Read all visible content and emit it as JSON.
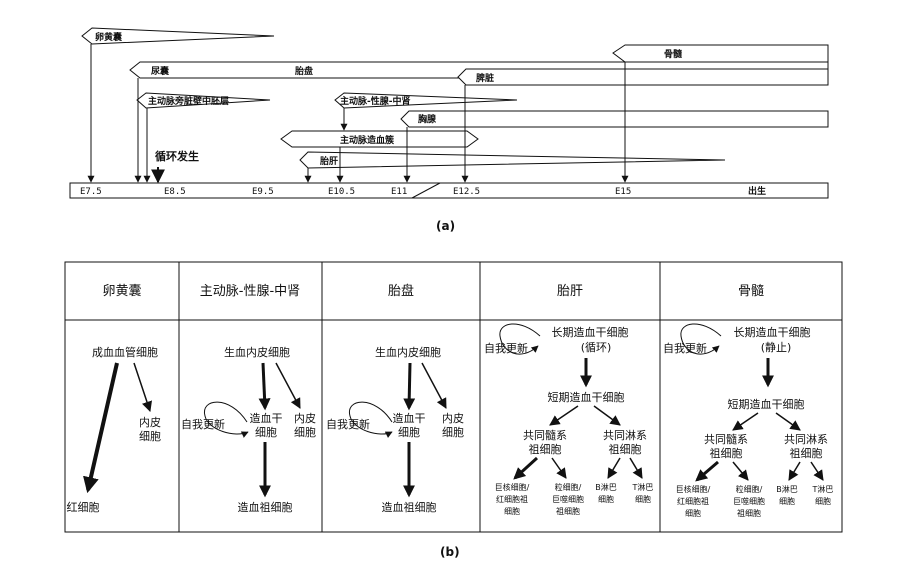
{
  "panel_a": {
    "caption": "(a)",
    "bars": {
      "yolk_sac": "卵黄囊",
      "allantois": "尿囊",
      "placenta": "胎盘",
      "para_aortic": "主动脉旁脏壁中胚层",
      "agm": "主动脉-性腺-中肾",
      "thymus": "胸腺",
      "aorta_clusters": "主动脉造血簇",
      "fetal_liver": "胎肝",
      "spleen": "脾脏",
      "bone_marrow": "骨髓"
    },
    "circulation": "循环发生",
    "timeline": [
      "E7.5",
      "E8.5",
      "E9.5",
      "E10.5",
      "E11",
      "E12.5",
      "E15",
      "出生"
    ]
  },
  "panel_b": {
    "caption": "(b)",
    "headers": [
      "卵黄囊",
      "主动脉-性腺-中肾",
      "胎盘",
      "胎肝",
      "骨髓"
    ],
    "yolk": {
      "hemangioblast": "成血血管细胞",
      "endothelial_1": "内皮",
      "endothelial_2": "细胞",
      "erythrocyte": "红细胞"
    },
    "agm": {
      "hemogenic": "生血内皮细胞",
      "self_renew": "自我更新",
      "hsc_1": "造血干",
      "hsc_2": "细胞",
      "endo_1": "内皮",
      "endo_2": "细胞",
      "progenitor": "造血祖细胞"
    },
    "placenta": {
      "hemogenic": "生血内皮细胞",
      "self_renew": "自我更新",
      "hsc_1": "造血干",
      "hsc_2": "细胞",
      "endo_1": "内皮",
      "endo_2": "细胞",
      "progenitor": "造血祖细胞"
    },
    "liver": {
      "self_renew": "自我更新",
      "lt_hsc": "长期造血干细胞",
      "lt_state": "(循环)",
      "st_hsc": "短期造血干细胞",
      "cmp_1": "共同髓系",
      "cmp_2": "祖细胞",
      "clp_1": "共同淋系",
      "clp_2": "祖细胞",
      "mep_1": "巨核细胞/",
      "mep_2": "红细胞祖",
      "mep_3": "细胞",
      "gmp_1": "粒细胞/",
      "gmp_2": "巨噬细胞",
      "gmp_3": "祖细胞",
      "b_1": "B淋巴",
      "b_2": "细胞",
      "t_1": "T淋巴",
      "t_2": "细胞"
    },
    "marrow": {
      "self_renew": "自我更新",
      "lt_hsc": "长期造血干细胞",
      "lt_state": "(静止)",
      "st_hsc": "短期造血干细胞",
      "cmp_1": "共同髓系",
      "cmp_2": "祖细胞",
      "clp_1": "共同淋系",
      "clp_2": "祖细胞",
      "mep_1": "巨核细胞/",
      "mep_2": "红细胞祖",
      "mep_3": "细胞",
      "gmp_1": "粒细胞/",
      "gmp_2": "巨噬细胞",
      "gmp_3": "祖细胞",
      "b_1": "B淋巴",
      "b_2": "细胞",
      "t_1": "T淋巴",
      "t_2": "细胞"
    }
  }
}
